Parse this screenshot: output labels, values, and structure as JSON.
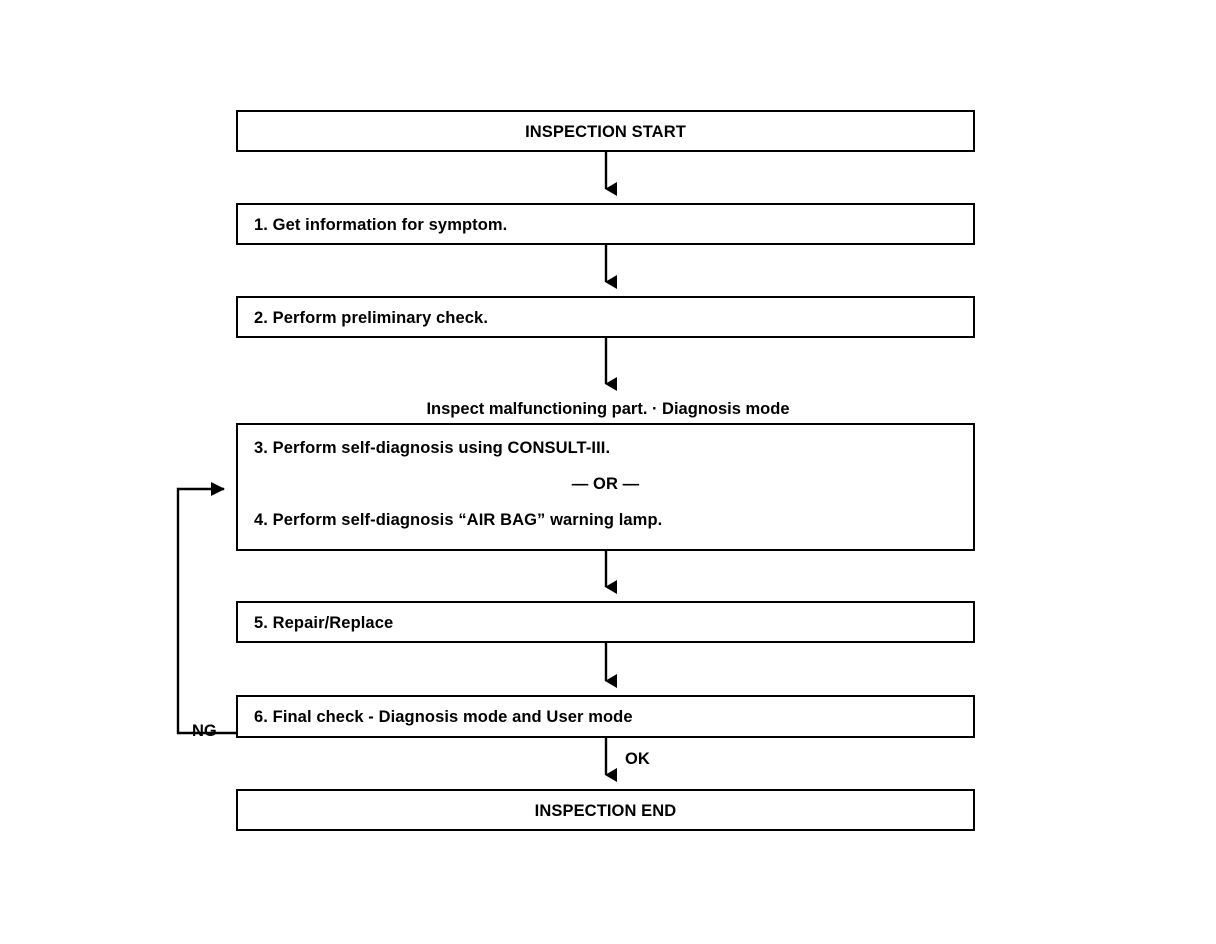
{
  "diagram": {
    "title": "INSPECTION START",
    "nodes": [
      {
        "id": "start",
        "label": "INSPECTION START",
        "align": "center"
      },
      {
        "id": "step1",
        "label": "1. Get information for symptom.",
        "align": "left"
      },
      {
        "id": "step2",
        "label": "2. Perform preliminary check.",
        "align": "left"
      },
      {
        "id": "step34",
        "line1": "3. Perform self-diagnosis using CONSULT-III.",
        "line2": "— OR —",
        "line3": "4. Perform self-diagnosis “AIR BAG” warning lamp.",
        "align": "left"
      },
      {
        "id": "step5",
        "label": "5. Repair/Replace",
        "align": "left"
      },
      {
        "id": "step6",
        "label": "6. Final check - Diagnosis mode and User mode",
        "align": "left"
      },
      {
        "id": "end",
        "label": "INSPECTION END",
        "align": "center"
      }
    ],
    "annotations": {
      "inspect_note": "Inspect malfunctioning part. · Diagnosis mode",
      "branch_ng": "NG",
      "branch_ok": "OK"
    },
    "colors": {
      "stroke": "#000000",
      "fill": "#ffffff",
      "text": "#000000"
    }
  }
}
